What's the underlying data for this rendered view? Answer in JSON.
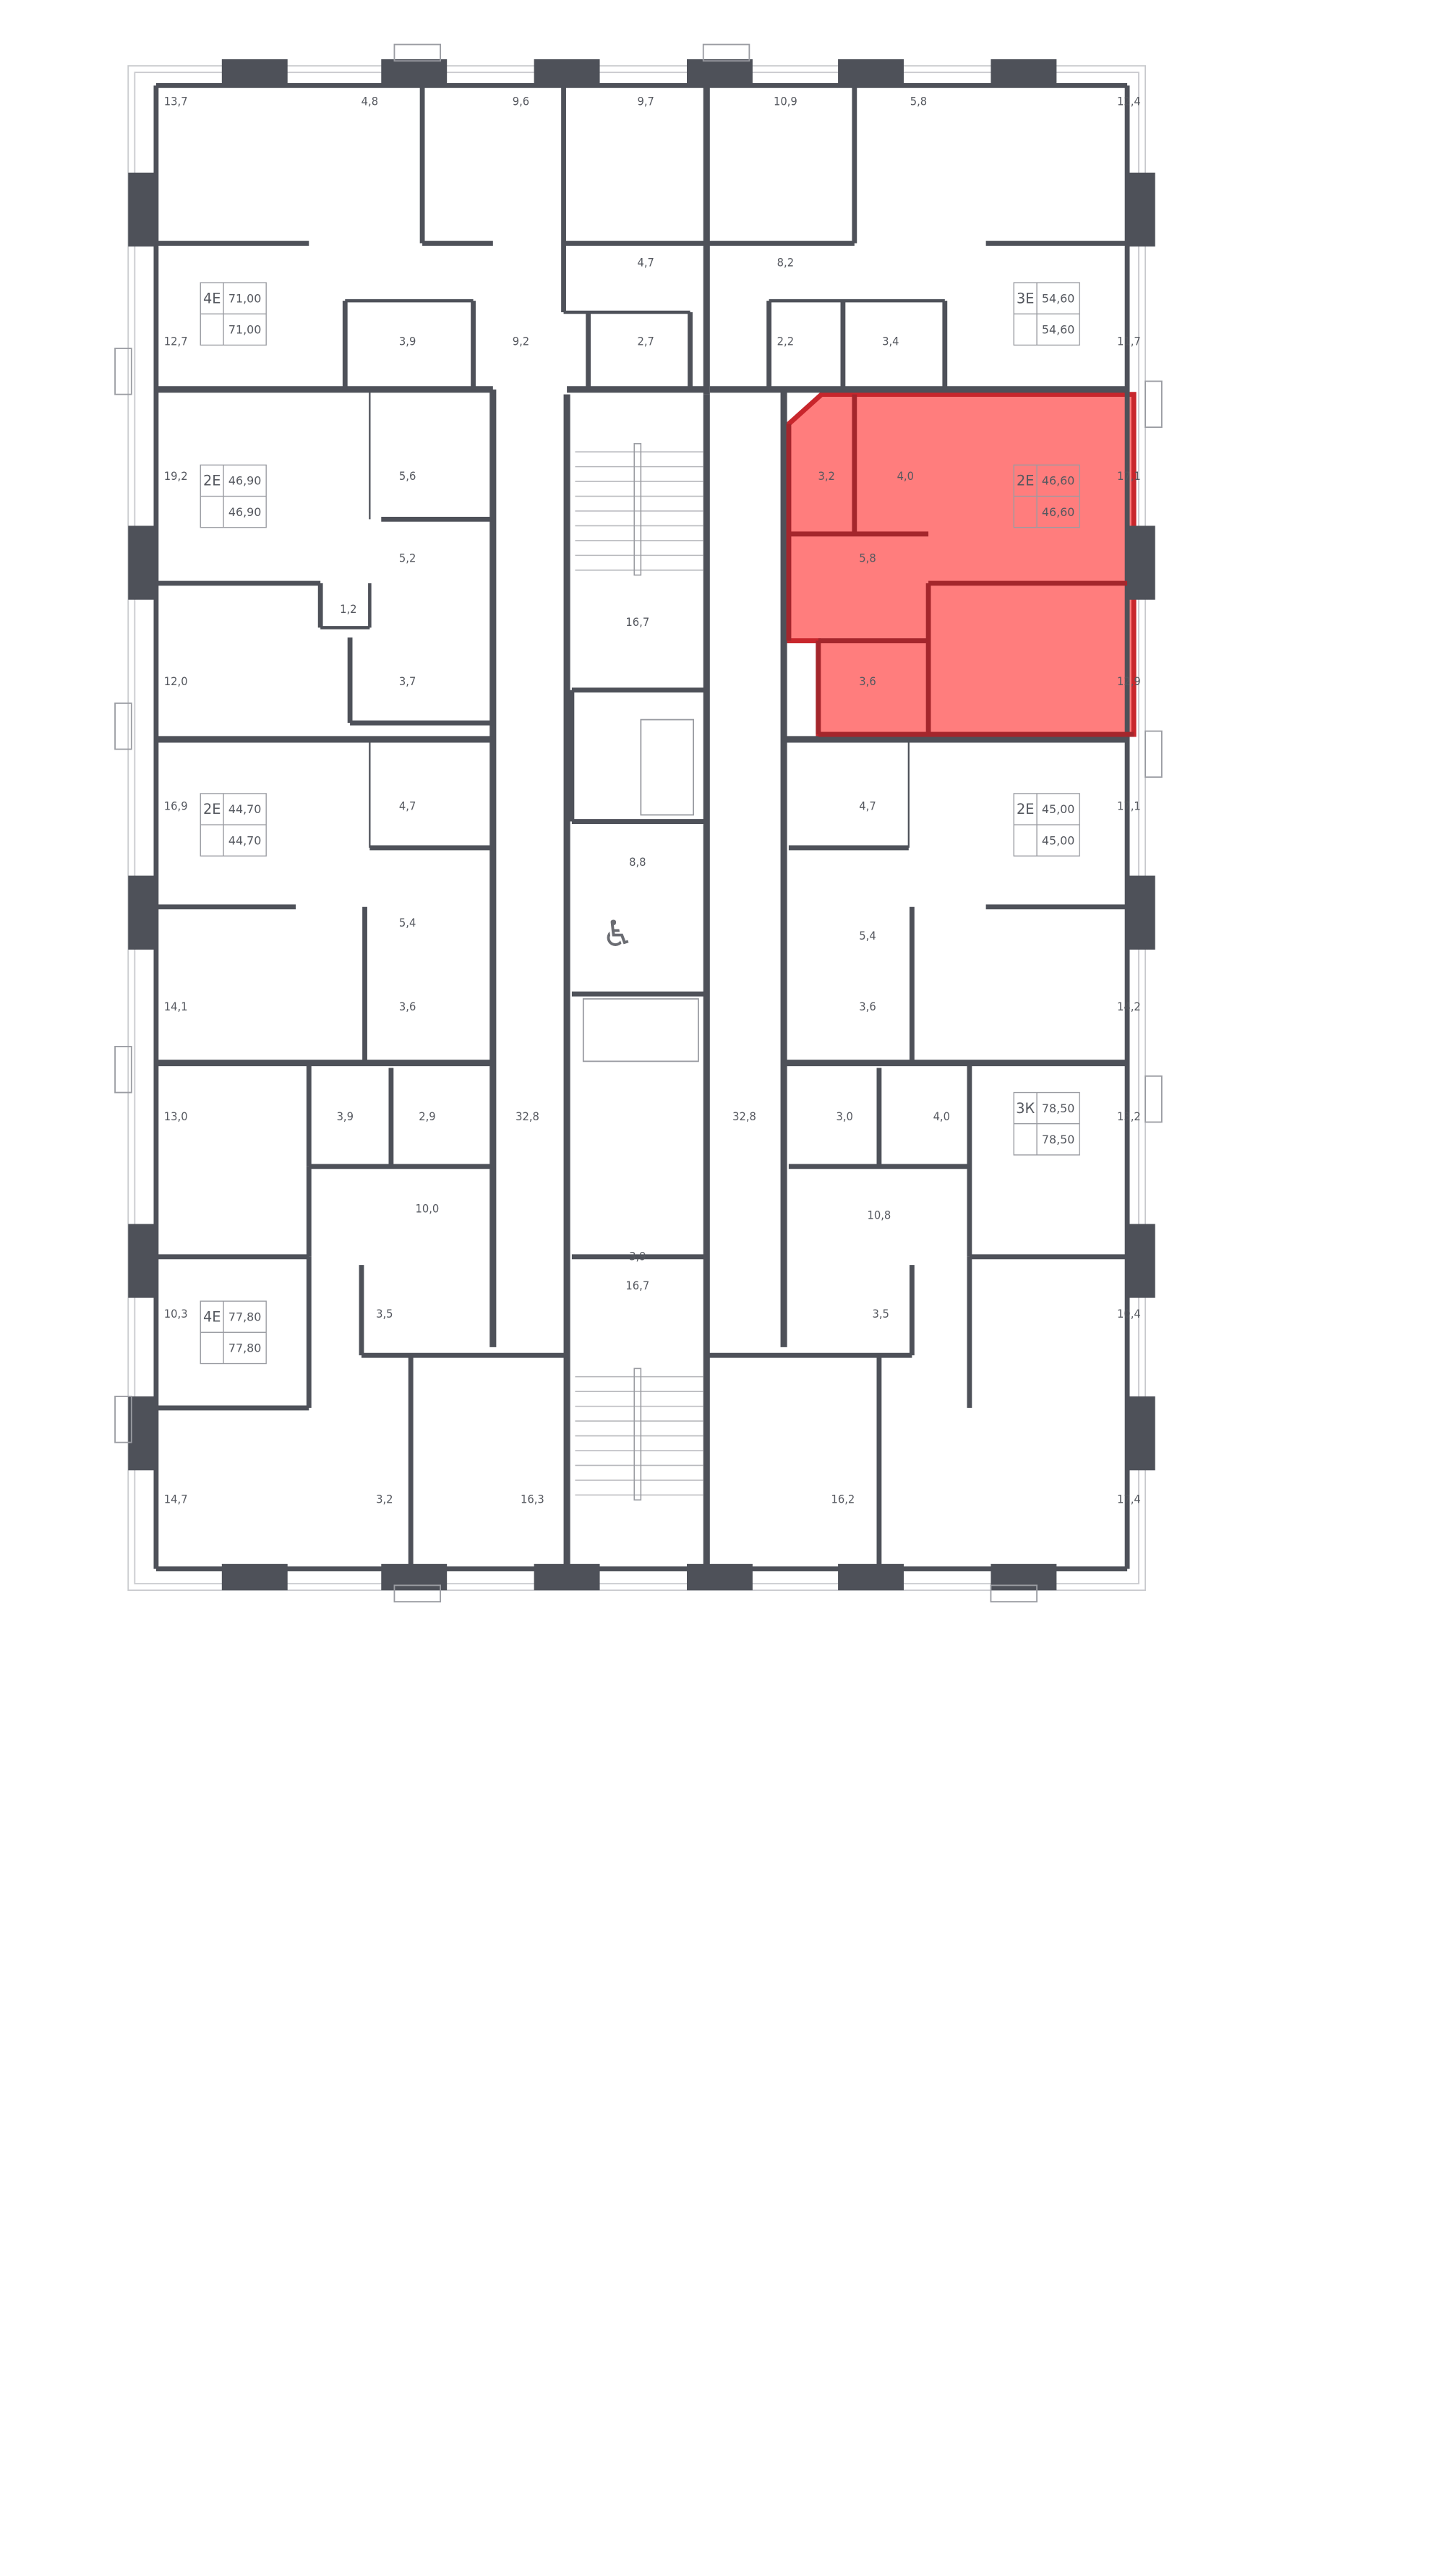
{
  "floor_plan": {
    "colors": {
      "wall": "#4e5159",
      "highlight_fill": "#ff6b6b",
      "highlight_border": "#c8262c",
      "text": "#55585f"
    },
    "selected_apartment": {
      "type": "2Е",
      "area_total": "46,60",
      "area_living": "46,60"
    },
    "apartments": [
      {
        "type": "4Е",
        "area_total": "71,00",
        "area_living": "71,00"
      },
      {
        "type": "3Е",
        "area_total": "54,60",
        "area_living": "54,60"
      },
      {
        "type": "2Е",
        "area_total": "46,90",
        "area_living": "46,90"
      },
      {
        "type": "2Е",
        "area_total": "46,60",
        "area_living": "46,60"
      },
      {
        "type": "2Е",
        "area_total": "44,70",
        "area_living": "44,70"
      },
      {
        "type": "2Е",
        "area_total": "45,00",
        "area_living": "45,00"
      },
      {
        "type": "3К",
        "area_total": "78,50",
        "area_living": "78,50"
      },
      {
        "type": "4Е",
        "area_total": "77,80",
        "area_living": "77,80"
      }
    ],
    "room_areas": [
      "13,7",
      "4,8",
      "9,6",
      "9,7",
      "10,9",
      "5,8",
      "12,4",
      "4,7",
      "8,2",
      "12,7",
      "3,9",
      "9,2",
      "2,7",
      "2,2",
      "3,4",
      "11,7",
      "19,2",
      "5,6",
      "3,2",
      "4,0",
      "17,1",
      "5,2",
      "5,8",
      "1,2",
      "16,7",
      "12,0",
      "3,7",
      "3,6",
      "12,9",
      "16,9",
      "4,7",
      "4,7",
      "17,1",
      "8,8",
      "5,4",
      "5,4",
      "14,1",
      "3,6",
      "3,6",
      "14,2",
      "13,0",
      "3,9",
      "2,9",
      "32,8",
      "32,8",
      "3,0",
      "4,0",
      "13,2",
      "10,0",
      "10,8",
      "3,9",
      "16,7",
      "10,3",
      "3,5",
      "3,5",
      "10,4",
      "14,7",
      "3,2",
      "16,3",
      "16,2",
      "17,4"
    ]
  }
}
